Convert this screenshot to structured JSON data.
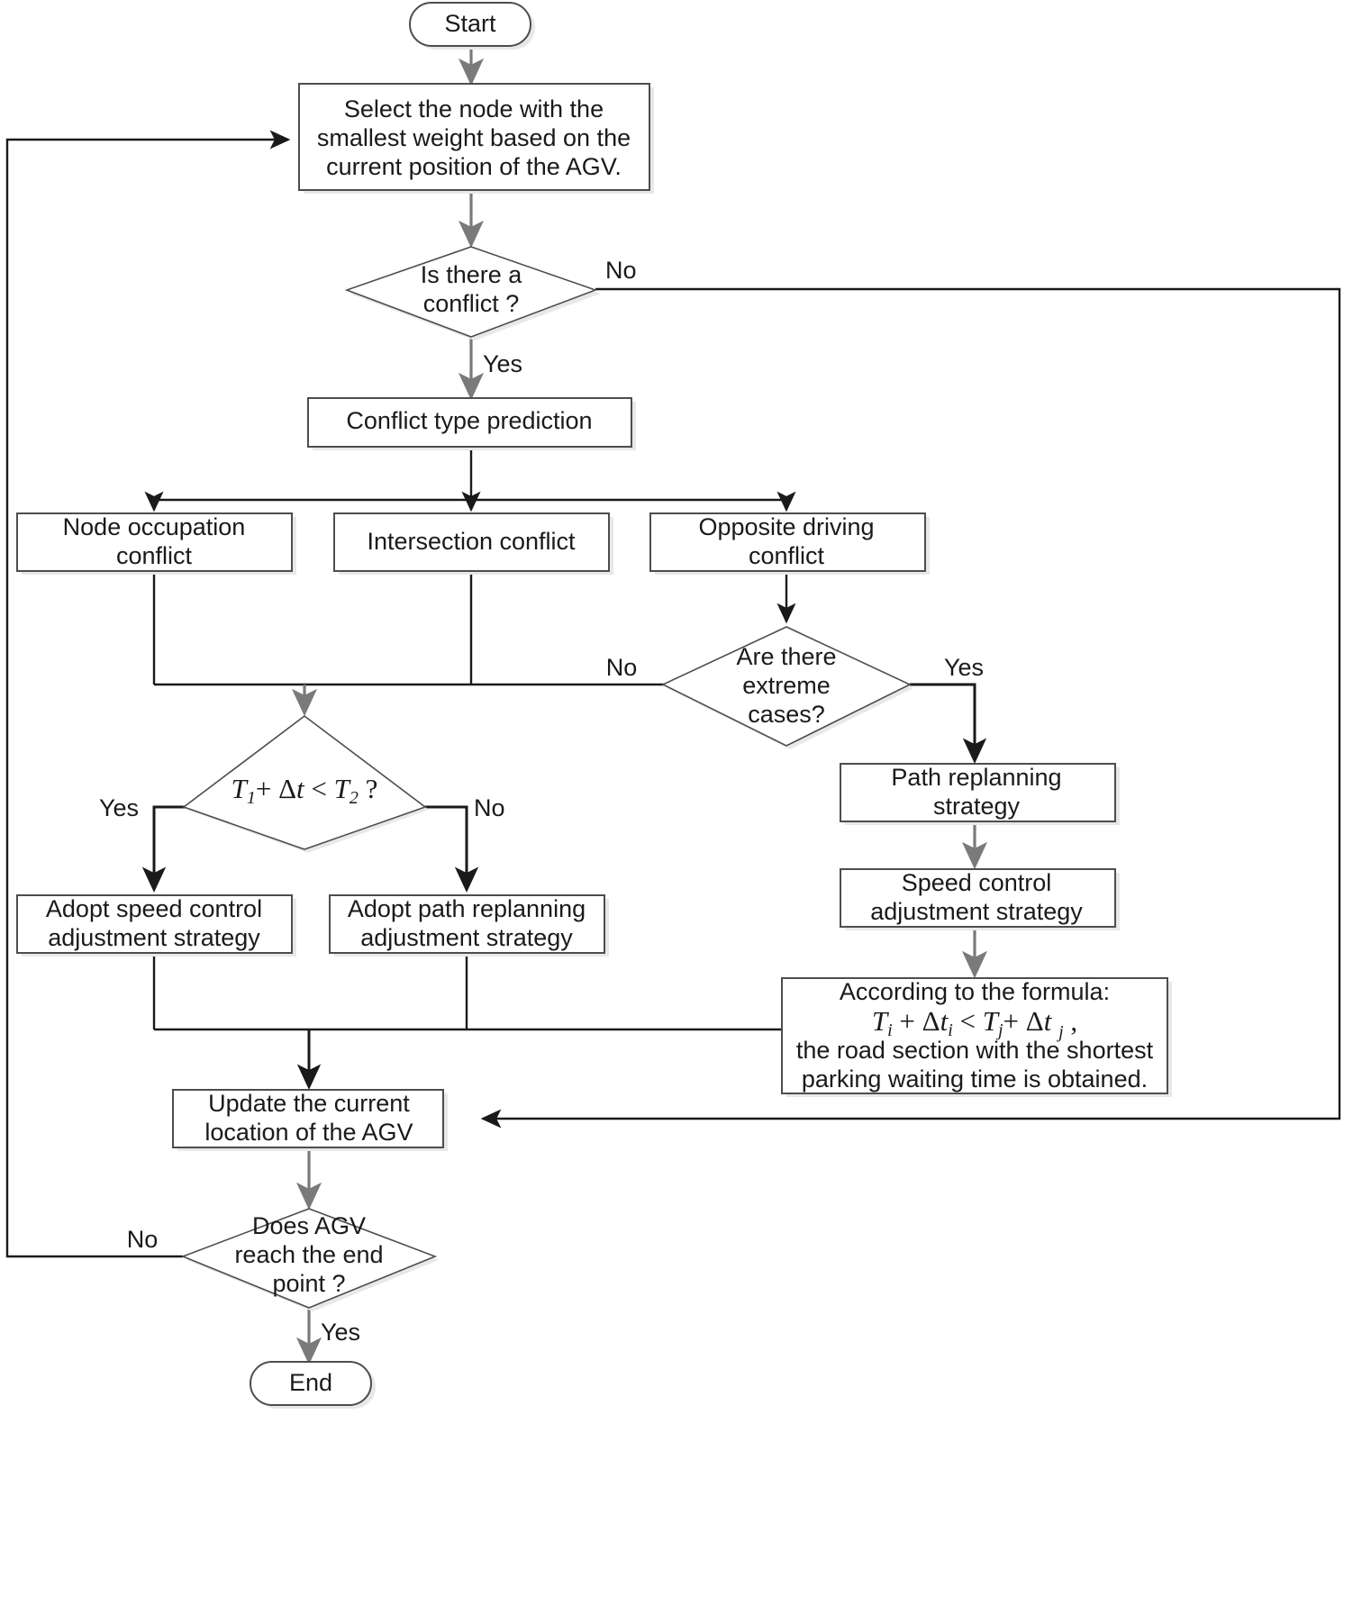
{
  "diagram": {
    "title": "AGV conflict resolution flowchart",
    "colors": {
      "node_fill": "#ffffff",
      "node_stroke": "#4d4d4d",
      "text": "#1a1a1a",
      "arrow_gray": "#7a7a7a",
      "arrow_dark": "#1a1a1a",
      "shadow": "#e8e8e8"
    },
    "nodes": {
      "start": {
        "label": "Start",
        "shape": "terminator"
      },
      "select_node": {
        "shape": "process",
        "line1": "Select the node with the",
        "line2": "smallest weight based on the",
        "line3": "current position of the AGV."
      },
      "is_conflict": {
        "shape": "decision",
        "line1": "Is there a",
        "line2": "conflict ?"
      },
      "conflict_prediction": {
        "shape": "process",
        "label": "Conflict type prediction"
      },
      "node_occupation": {
        "shape": "process",
        "line1": "Node occupation",
        "line2": "conflict"
      },
      "intersection_conflict": {
        "shape": "process",
        "label": "Intersection conflict"
      },
      "opposite_driving": {
        "shape": "process",
        "line1": "Opposite driving",
        "line2": "conflict"
      },
      "extreme_cases": {
        "shape": "decision",
        "line1": "Are there",
        "line2": "extreme",
        "line3": "cases?"
      },
      "time_compare": {
        "shape": "decision",
        "formula": "T1 + Δt < T2 ?",
        "parts": {
          "t1": "T",
          "sub1": "1",
          "plus": "+",
          "delta": "Δ",
          "t": "t",
          "lt": "<",
          "t2": "T",
          "sub2": "2",
          "q": "?"
        }
      },
      "path_replanning_strategy": {
        "shape": "process",
        "line1": "Path replanning",
        "line2": "strategy"
      },
      "speed_control_strategy": {
        "shape": "process",
        "line1": "Speed control",
        "line2": "adjustment strategy"
      },
      "adopt_speed_control": {
        "shape": "process",
        "line1": "Adopt speed control",
        "line2": "adjustment strategy"
      },
      "adopt_path_replanning": {
        "shape": "process",
        "line1": "Adopt path replanning",
        "line2": "adjustment strategy"
      },
      "formula_box": {
        "shape": "process",
        "line1": "According to the formula:",
        "formula": "Ti + Δti < Tj + Δt j ,",
        "line3": "the road section with the shortest",
        "line4": "parking waiting time is obtained."
      },
      "update_location": {
        "shape": "process",
        "line1": "Update the current",
        "line2": "location of the AGV"
      },
      "reach_end": {
        "shape": "decision",
        "line1": "Does AGV",
        "line2": "reach the end",
        "line3": "point ?"
      },
      "end": {
        "label": "End",
        "shape": "terminator"
      }
    },
    "edge_labels": {
      "conflict_no": "No",
      "conflict_yes": "Yes",
      "extreme_no": "No",
      "extreme_yes": "Yes",
      "time_yes": "Yes",
      "time_no": "No",
      "reach_no": "No",
      "reach_yes": "Yes"
    }
  }
}
